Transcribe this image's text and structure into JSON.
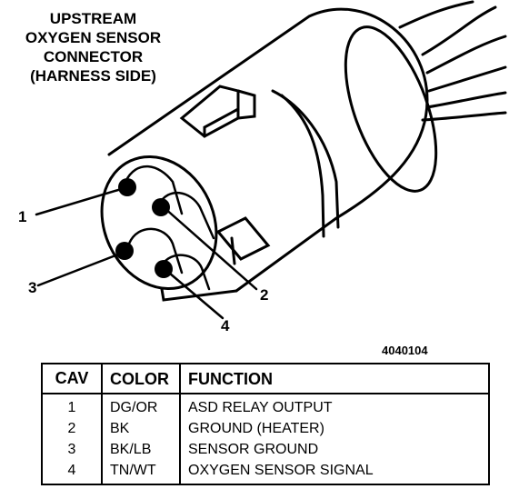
{
  "title_lines": [
    "UPSTREAM",
    "OXYGEN SENSOR",
    "CONNECTOR",
    "(HARNESS SIDE)"
  ],
  "callouts": [
    "1",
    "2",
    "3",
    "4"
  ],
  "figure_id": "4040104",
  "table": {
    "headers": [
      "CAV",
      "COLOR",
      "FUNCTION"
    ],
    "rows": [
      [
        "1",
        "DG/OR",
        "ASD RELAY OUTPUT"
      ],
      [
        "2",
        "BK",
        "GROUND (HEATER)"
      ],
      [
        "3",
        "BK/LB",
        "SENSOR GROUND"
      ],
      [
        "4",
        "TN/WT",
        "OXYGEN SENSOR SIGNAL"
      ]
    ]
  }
}
